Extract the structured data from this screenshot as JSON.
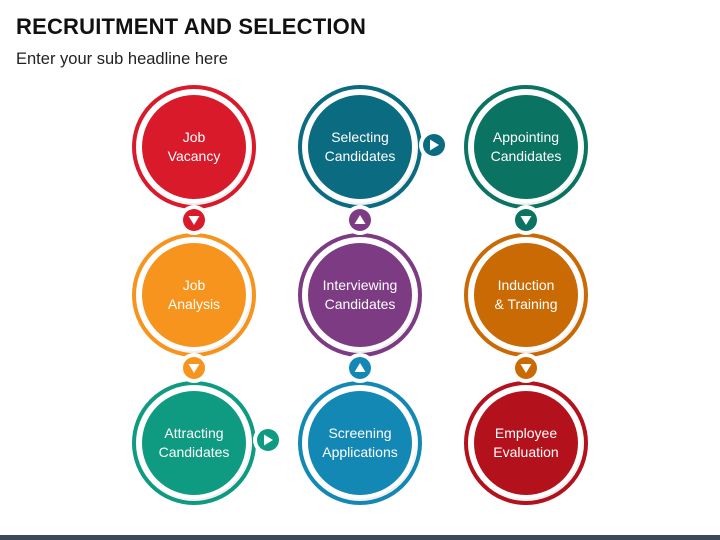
{
  "header": {
    "title": "RECRUITMENT AND SELECTION",
    "subtitle": "Enter your sub headline here"
  },
  "steps": [
    {
      "label": "Job\nVacancy",
      "color": "#d81a2b"
    },
    {
      "label": "Job\nAnalysis",
      "color": "#f7941d"
    },
    {
      "label": "Attracting\nCandidates",
      "color": "#0f9a82"
    },
    {
      "label": "Screening\nApplications",
      "color": "#1488b5"
    },
    {
      "label": "Interviewing\nCandidates",
      "color": "#7d3b84"
    },
    {
      "label": "Selecting\nCandidates",
      "color": "#0b6b80"
    },
    {
      "label": "Appointing\nCandidates",
      "color": "#0a7361"
    },
    {
      "label": "Induction\n& Training",
      "color": "#c96a04"
    },
    {
      "label": "Employee\nEvaluation",
      "color": "#b3121d"
    }
  ],
  "connectors": [
    {
      "direction": "down",
      "color": "#d81a2b"
    },
    {
      "direction": "down",
      "color": "#f7941d"
    },
    {
      "direction": "right",
      "color": "#0f9a82"
    },
    {
      "direction": "up",
      "color": "#1488b5"
    },
    {
      "direction": "up",
      "color": "#7d3b84"
    },
    {
      "direction": "right",
      "color": "#0b6b80"
    },
    {
      "direction": "down",
      "color": "#0a7361"
    },
    {
      "direction": "down",
      "color": "#c96a04"
    }
  ]
}
